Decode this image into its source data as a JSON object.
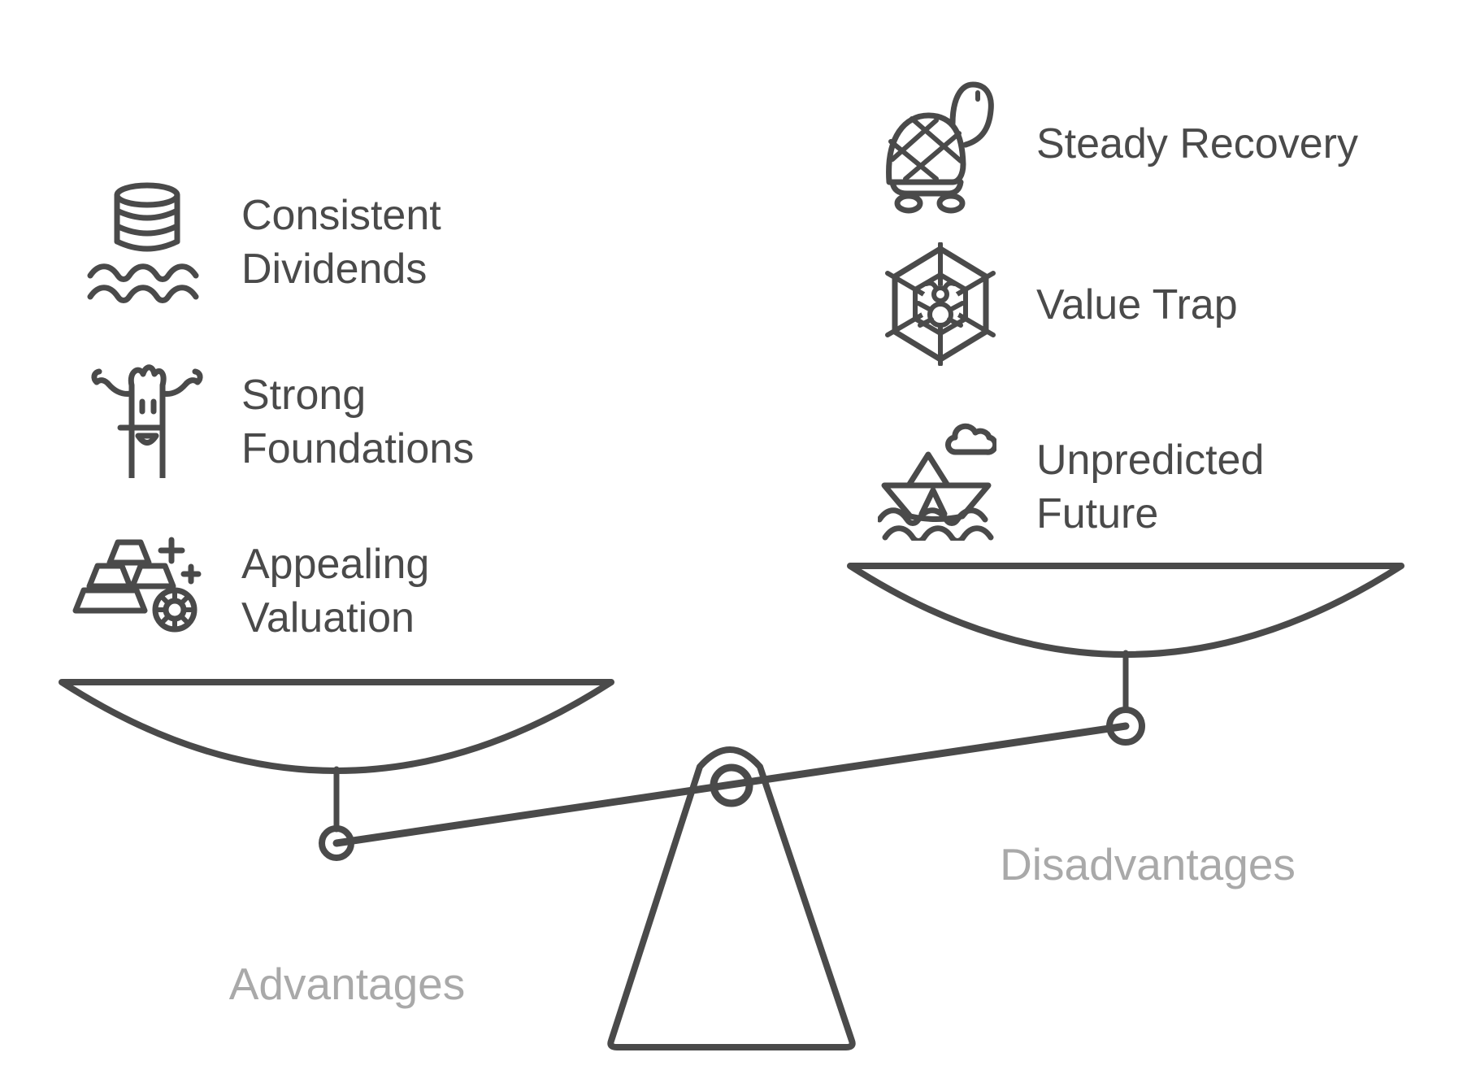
{
  "advantages": {
    "side_label": "Advantages",
    "items": [
      {
        "icon": "coin-stack-water-icon",
        "label": "Consistent\nDividends"
      },
      {
        "icon": "tree-icon",
        "label": "Strong\nFoundations"
      },
      {
        "icon": "gold-bars-coin-icon",
        "label": "Appealing\nValuation"
      }
    ]
  },
  "disadvantages": {
    "side_label": "Disadvantages",
    "items": [
      {
        "icon": "turtle-icon",
        "label": "Steady Recovery"
      },
      {
        "icon": "spider-web-icon",
        "label": "Value Trap"
      },
      {
        "icon": "paper-boat-waves-icon",
        "label": "Unpredicted\nFuture"
      }
    ]
  },
  "colors": {
    "outline": "#4a4a4a",
    "advantages_pan_fill": "#7ef3be",
    "disadvantages_pan_fill": "#f9a19e",
    "fulcrum_fill": "#d6d6d6",
    "side_label_color": "#a9a9a9",
    "item_text_color": "#4a4a4a"
  }
}
